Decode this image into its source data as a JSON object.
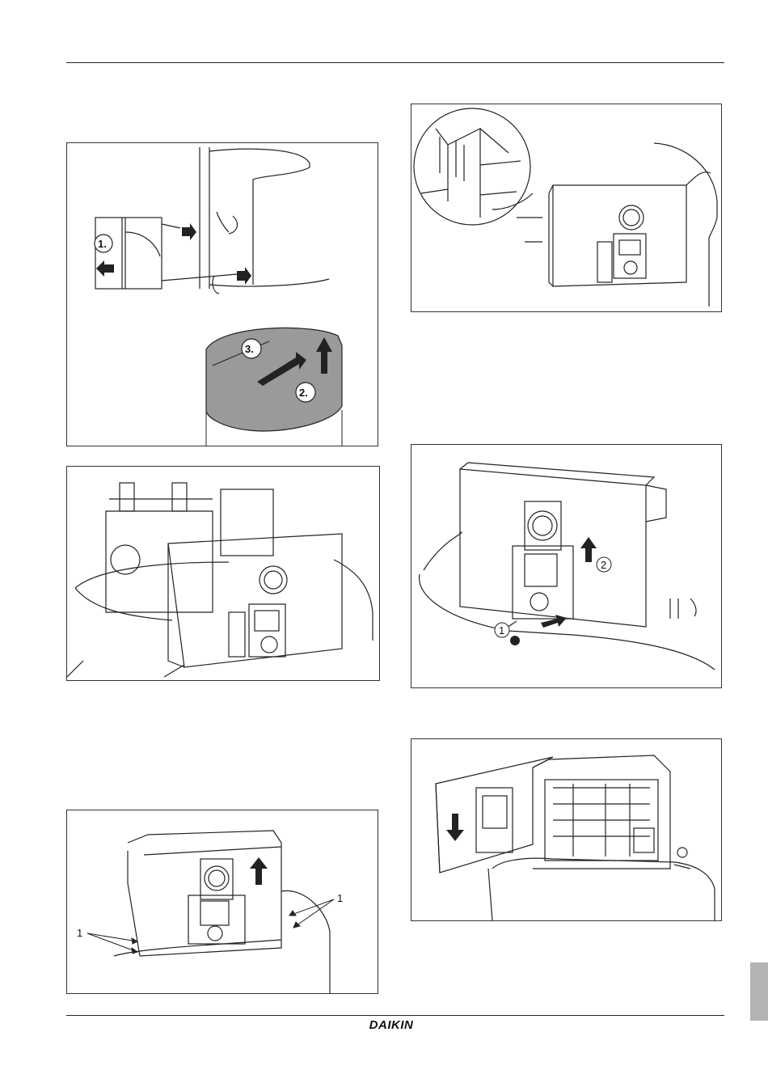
{
  "figures": {
    "fig_top_cover": {
      "steps": [
        "1.",
        "2.",
        "3."
      ]
    },
    "fig_bottom_left": {
      "callouts": [
        "1",
        "1"
      ]
    },
    "fig_middle_right": {
      "callouts": [
        "1",
        "2"
      ]
    }
  },
  "footer": {
    "brand": "DAIKIN"
  },
  "colors": {
    "line": "#222222",
    "tab": "#b3b3b3",
    "cover_fill": "#9a9a9a"
  }
}
